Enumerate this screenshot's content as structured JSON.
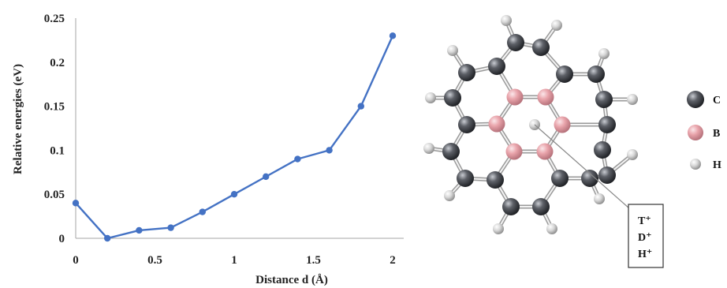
{
  "chart_data": {
    "type": "line",
    "xlabel": "Distance d (Å)",
    "ylabel": "Relative energies (eV)",
    "xlim": [
      0,
      2
    ],
    "ylim": [
      0,
      0.25
    ],
    "x_ticks": [
      "0",
      "0.5",
      "1",
      "1.5",
      "2"
    ],
    "y_ticks": [
      "0",
      "0.05",
      "0.1",
      "0.15",
      "0.2",
      "0.25"
    ],
    "grid": false,
    "series": [
      {
        "x": [
          0,
          0.2,
          0.4,
          0.6,
          0.8,
          1.0,
          1.2,
          1.4,
          1.6,
          1.8,
          2.0
        ],
        "values": [
          0.04,
          0.0,
          0.009,
          0.012,
          0.03,
          0.05,
          0.07,
          0.09,
          0.1,
          0.15,
          0.23
        ],
        "color": "#4472c4"
      }
    ]
  },
  "molecule": {
    "legend": [
      {
        "label": "C",
        "color": "#5a5d63"
      },
      {
        "label": "B",
        "color": "#e8a3a9"
      },
      {
        "label": "H",
        "color": "#d8d8d8"
      }
    ],
    "ion_labels": [
      "T⁺",
      "D⁺",
      "H⁺"
    ]
  }
}
